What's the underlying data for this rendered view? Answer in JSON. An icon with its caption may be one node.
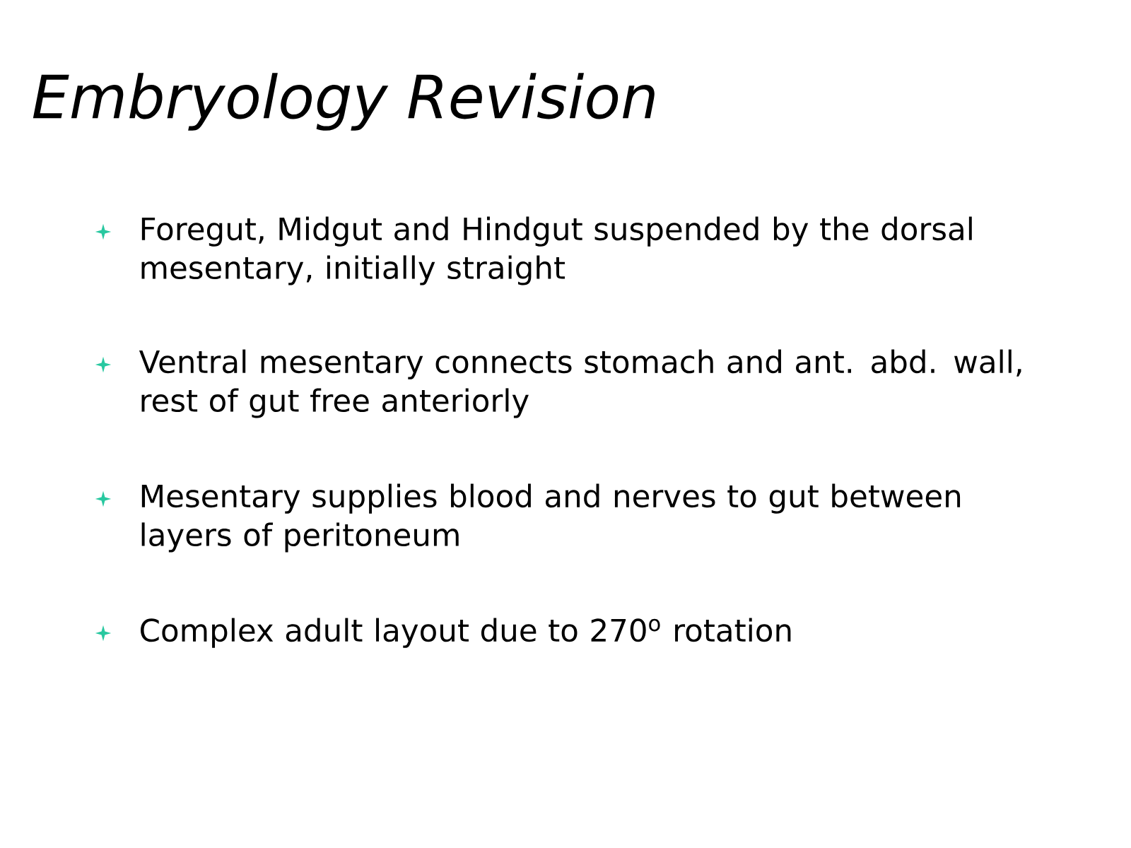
{
  "diagram": {
    "title": "Embryology Revision",
    "labels": [
      "Foregut, Midgut and Hindgut suspended by the dorsal mesentary, initially straight",
      "Ventral mesentary connects stomach and ant. abd. wall, rest of gut free anteriorly",
      "Mesentary supplies blood and nerves to gut between layers of peritoneum",
      "Complex adult layout due to 270$^{o}$ rotation"
    ]
  }
}
